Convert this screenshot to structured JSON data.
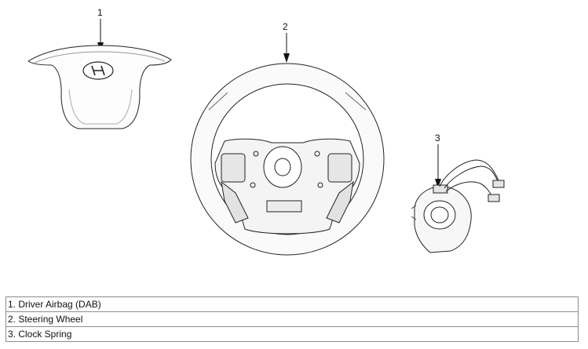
{
  "callouts": [
    "1",
    "2",
    "3"
  ],
  "legend": [
    "1. Driver Airbag (DAB)",
    "2. Steering Wheel",
    "3. Clock Spring"
  ]
}
